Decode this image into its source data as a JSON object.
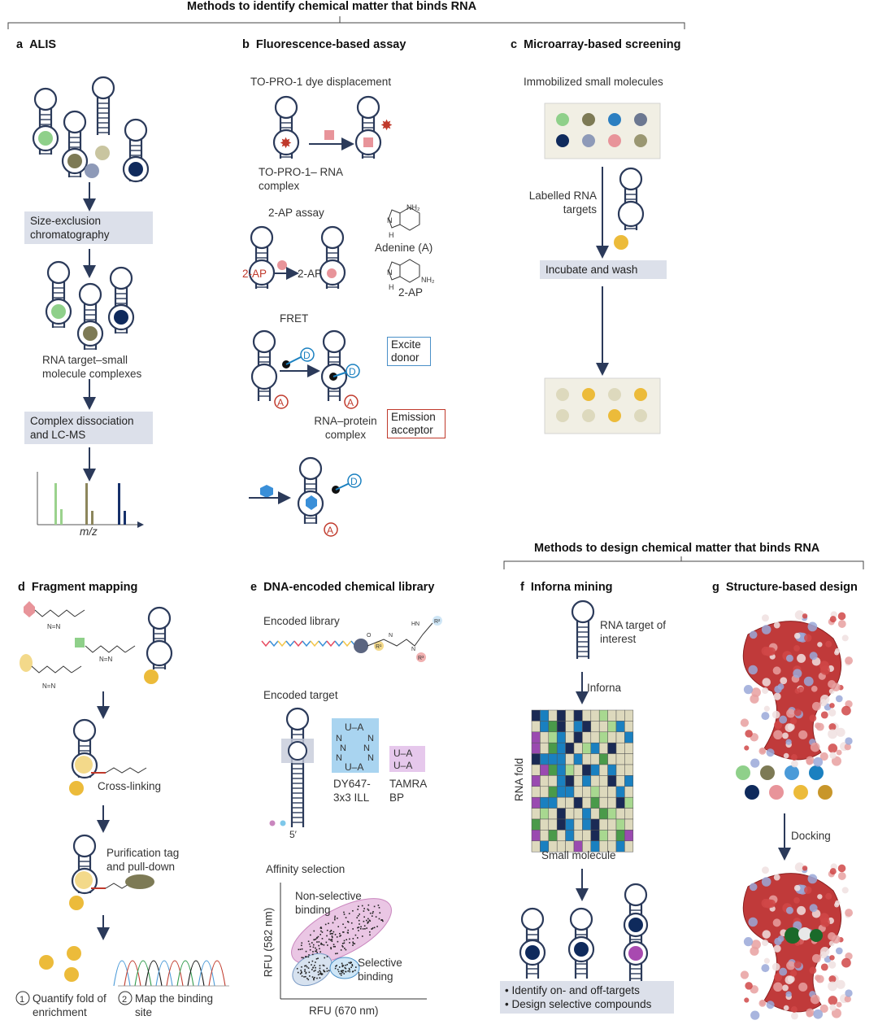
{
  "headers": {
    "identify": "Methods to identify chemical matter that binds RNA",
    "design": "Methods to design chemical matter that binds RNA"
  },
  "panels": {
    "a": {
      "letter": "a",
      "title": "ALIS",
      "step1": "Size-exclusion chromatography",
      "caption": "RNA target–small molecule complexes",
      "step2": "Complex dissociation and LC-MS",
      "axis": "m/z"
    },
    "b": {
      "letter": "b",
      "title": "Fluorescence-based assay",
      "sub1": "TO-PRO-1 dye displacement",
      "complex": "TO-PRO-1– RNA complex",
      "sub2": "2-AP assay",
      "ap1": "2-AP",
      "ap2": "2-AP",
      "adenine": "Adenine (A)",
      "ap_struct": "2-AP",
      "nh2_a": "NH₂",
      "nh2_b": "NH₂",
      "n_a": "N",
      "n_b": "N",
      "h_a": "H",
      "h_b": "H",
      "sub3": "FRET",
      "excite": "Excite donor",
      "emission": "Emission acceptor",
      "protein_complex": "RNA–protein complex",
      "donor": "D",
      "acceptor": "A"
    },
    "c": {
      "letter": "c",
      "title": "Microarray-based screening",
      "sub": "Immobilized small molecules",
      "labelled": "Labelled RNA targets",
      "step": "Incubate and wash",
      "colors_before": [
        "#8fd08a",
        "#7d7a55",
        "#2c7fc1",
        "#6c7891",
        "#0f2a5c",
        "#8e9ab8",
        "#e8949a",
        "#9a9772"
      ],
      "colors_after": [
        "#ddd9bd",
        "#ecbb3a",
        "#ddd9bd",
        "#ecbb3a",
        "#ddd9bd",
        "#ddd9bd",
        "#ecbb3a",
        "#ddd9bd"
      ]
    },
    "d": {
      "letter": "d",
      "title": "Fragment mapping",
      "crosslink": "Cross-linking",
      "purif": "Purification tag and pull-down",
      "quant": "Quantify fold of enrichment",
      "map": "Map the binding site",
      "n1": "1",
      "n2": "2",
      "nn1": "N=N",
      "nn2": "N=N",
      "nn3": "N=N"
    },
    "e": {
      "letter": "e",
      "title": "DNA-encoded chemical library",
      "lib": "Encoded library",
      "target": "Encoded target",
      "dy": "DY647- 3x3 ILL",
      "tamra": "TAMRA BP",
      "affinity": "Affinity selection",
      "nonsel": "Non-selective binding",
      "sel": "Selective binding",
      "xaxis": "RFU (670 nm)",
      "yaxis": "RFU (582 nm)",
      "five": "5′",
      "ua": "U–A",
      "r1": "R¹",
      "r2": "R²",
      "r3": "R³",
      "hn": "HN",
      "nhd": "N",
      "ld": "N",
      "o": "O"
    },
    "f": {
      "letter": "f",
      "title": "Inforna mining",
      "target": "RNA target of interest",
      "inforna": "Inforna",
      "yaxis": "RNA fold",
      "xaxis": "Small molecule",
      "b1": "Identify on- and off-targets",
      "b2": "Design selective compounds"
    },
    "g": {
      "letter": "g",
      "title": "Structure-based design",
      "docking": "Docking",
      "dots": [
        "#8fd08a",
        "#7d7a55",
        "#4a9ad8",
        "#1a80c0",
        "#0f2a5c",
        "#e8949a",
        "#ecbb3a",
        "#c8962a"
      ]
    }
  }
}
